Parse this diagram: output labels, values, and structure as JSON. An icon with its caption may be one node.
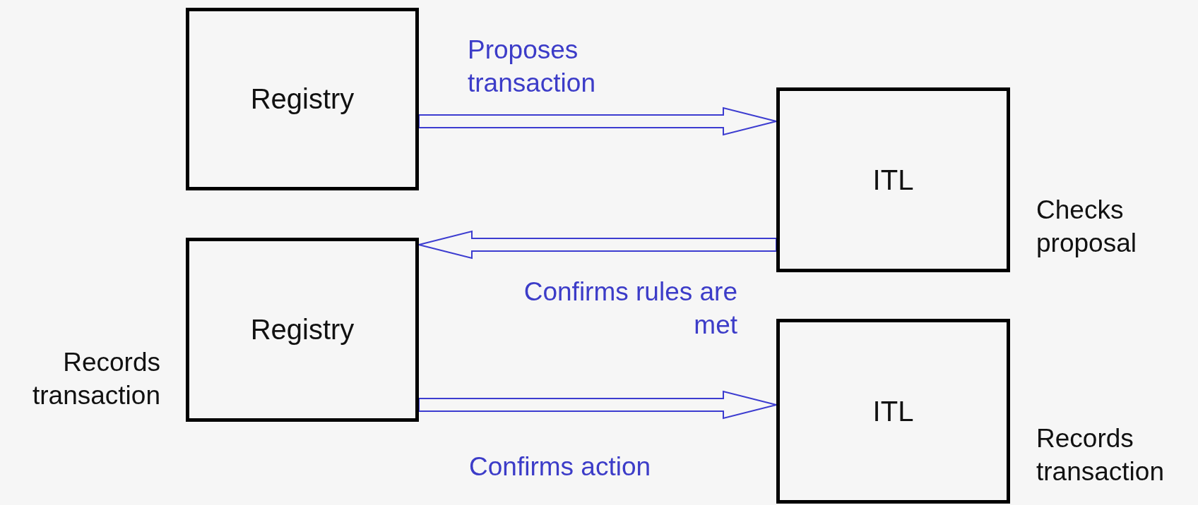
{
  "diagram": {
    "nodes": [
      {
        "text": [
          "Registry"
        ]
      },
      {
        "text": [
          "ITL"
        ],
        "beside": [
          "Checks proposal"
        ]
      },
      {
        "text": [
          "Registry"
        ],
        "beside": [
          "Records transaction"
        ]
      },
      {
        "text": [
          "ITL"
        ],
        "beside": [
          "Records transaction"
        ]
      }
    ],
    "edges": [
      {
        "from": 0,
        "to": 1,
        "arrow": "to",
        "label": "Proposes transaction"
      },
      {
        "from": 1,
        "to": 2,
        "arrow": "to",
        "label": "Confirms rules are met"
      },
      {
        "from": 2,
        "to": 3,
        "arrow": "to",
        "label": "Confirms action"
      }
    ]
  }
}
